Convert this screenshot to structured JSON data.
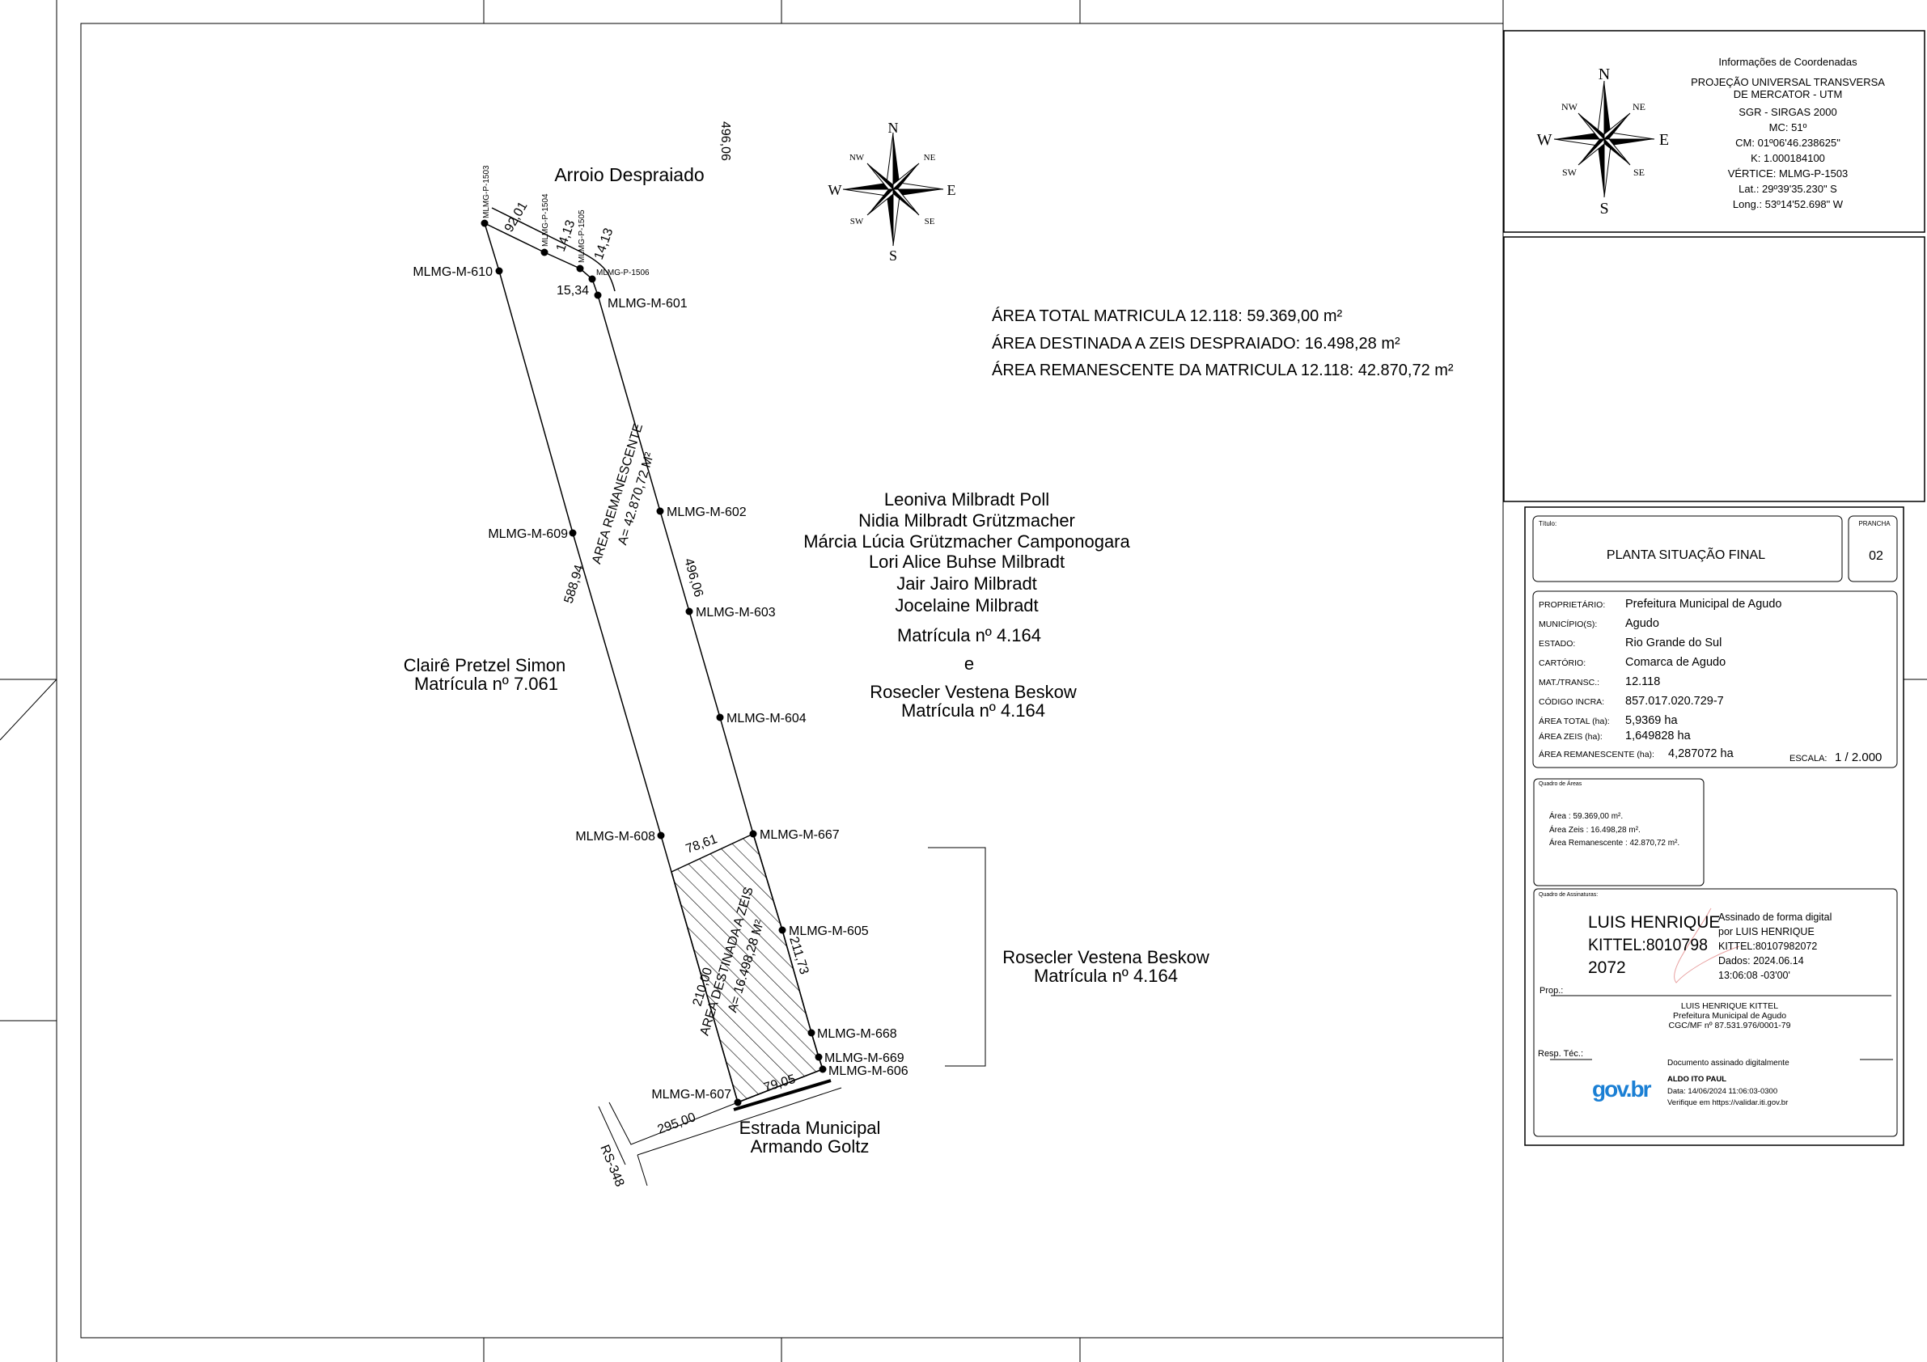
{
  "map": {
    "stream_name": "Arroio Despraiado",
    "stream_dim": "496,06",
    "areas": [
      "ÁREA TOTAL MATRICULA 12.118: 59.369,00 m²",
      "ÁREA DESTINADA A ZEIS DESPRAIADO: 16.498,28 m²",
      "ÁREA REMANESCENTE DA MATRICULA 12.118: 42.870,72 m²"
    ],
    "owners": [
      "Leoniva Milbradt Poll",
      "Nidia Milbradt Grützmacher",
      "Márcia Lúcia Grützmacher Camponogara",
      "Lori Alice Buhse Milbradt",
      "Jair Jairo Milbradt",
      "Jocelaine Milbradt"
    ],
    "owners_matricula": "Matrícula nº 4.164",
    "owners_and": "e",
    "owners_extra_name": "Rosecler Vestena Beskow",
    "owners_extra_matricula": "Matrícula nº 4.164",
    "west_neighbor": "Clairê Pretzel Simon",
    "west_matricula": "Matrícula nº 7.061",
    "east_neighbor": "Rosecler Vestena Beskow",
    "east_matricula": "Matrícula nº 4.164",
    "road_name_1": "Estrada Municipal",
    "road_name_2": "Armando Goltz",
    "highway": "RS-348",
    "remnant_label": "AREA REMANESCENTE",
    "remnant_area": "A= 42.870,72 M²",
    "zeis_label": "AREA DESTINADA A ZEIS",
    "zeis_area": "A= 16.498,28 M²",
    "vertices": {
      "p1503": "MLMG-P-1503",
      "p1504": "MLMG-P-1504",
      "p1505": "MLMG-P-1505",
      "p1506": "MLMG-P-1506",
      "m610": "MLMG-M-610",
      "m601": "MLMG-M-601",
      "m602": "MLMG-M-602",
      "m609": "MLMG-M-609",
      "m603": "MLMG-M-603",
      "m604": "MLMG-M-604",
      "m608": "MLMG-M-608",
      "m667": "MLMG-M-667",
      "m605": "MLMG-M-605",
      "m668": "MLMG-M-668",
      "m669": "MLMG-M-669",
      "m606": "MLMG-M-606",
      "m607": "MLMG-M-607"
    },
    "dims": {
      "d9201": "92,01",
      "d1413a": "14,13",
      "d1413b": "14,13",
      "d1534": "15,34",
      "d58894": "588,94",
      "d49606": "496,06",
      "d7861": "78,61",
      "d21000": "210,00",
      "d21173": "211,73",
      "d7905": "79,05",
      "d29500": "295,00"
    },
    "compass": {
      "n": "N",
      "s": "S",
      "e": "E",
      "w": "W",
      "ne": "NE",
      "nw": "NW",
      "se": "SE",
      "sw": "SW"
    }
  },
  "coords": {
    "title": "Informações de Coordenadas",
    "projection_1": "PROJEÇÃO UNIVERSAL TRANSVERSA",
    "projection_2": "DE MERCATOR - UTM",
    "sgr": "SGR - SIRGAS 2000",
    "mc": "MC: 51º",
    "cm": "CM: 01º06'46.238625\"",
    "k": "K: 1.000184100",
    "vertice": "VÉRTICE: MLMG-P-1503",
    "lat": "Lat.: 29º39'35.230\" S",
    "long": "Long.: 53º14'52.698\" W"
  },
  "title_block": {
    "titulo_label": "Título:",
    "titulo": "PLANTA SITUAÇÃO FINAL",
    "prancha_label": "PRANCHA",
    "prancha": "02",
    "rows": [
      {
        "label": "PROPRIETÁRIO:",
        "value": "Prefeitura Municipal de Agudo"
      },
      {
        "label": "MUNICÍPIO(S):",
        "value": "Agudo"
      },
      {
        "label": "ESTADO:",
        "value": "Rio Grande do Sul"
      },
      {
        "label": "CARTÓRIO:",
        "value": "Comarca de Agudo"
      },
      {
        "label": "MAT./TRANSC.:",
        "value": "12.118"
      },
      {
        "label": "CÓDIGO INCRA:",
        "value": "857.017.020.729-7"
      },
      {
        "label": "ÁREA TOTAL (ha):",
        "value": "5,9369 ha"
      },
      {
        "label": "ÁREA ZEIS (ha):",
        "value": "1,649828 ha"
      },
      {
        "label": "ÁREA REMANESCENTE (ha):",
        "value": "4,287072 ha"
      }
    ],
    "escala_label": "ESCALA:",
    "escala": "1 / 2.000",
    "quadro_areas_label": "Quadro de Áreas",
    "quadro_areas": [
      "Área : 59.369,00 m².",
      "Área Zeis : 16.498,28 m².",
      "Área Remanescente : 42.870,72 m²."
    ],
    "assinaturas_label": "Quadro de Assinaturas:",
    "sig_big": [
      "LUIS HENRIQUE",
      "KITTEL:8010798",
      "2072"
    ],
    "sig_small": [
      "Assinado de forma digital",
      "por LUIS HENRIQUE",
      "KITTEL:80107982072",
      "Dados: 2024.06.14",
      "13:06:08 -03'00'"
    ],
    "prop_label": "Prop.:",
    "prop_lines": [
      "LUIS HENRIQUE KITTEL",
      "Prefeitura Municipal de Agudo",
      "CGC/MF nº 87.531.976/0001-79"
    ],
    "resp_label": "Resp. Téc.:",
    "govbr_doc": "Documento assinado digitalmente",
    "govbr_logo": "gov.br",
    "govbr_name": "ALDO ITO PAUL",
    "govbr_date": "Data: 14/06/2024 11:06:03-0300",
    "govbr_verify": "Verifique em https://validar.iti.gov.br"
  }
}
